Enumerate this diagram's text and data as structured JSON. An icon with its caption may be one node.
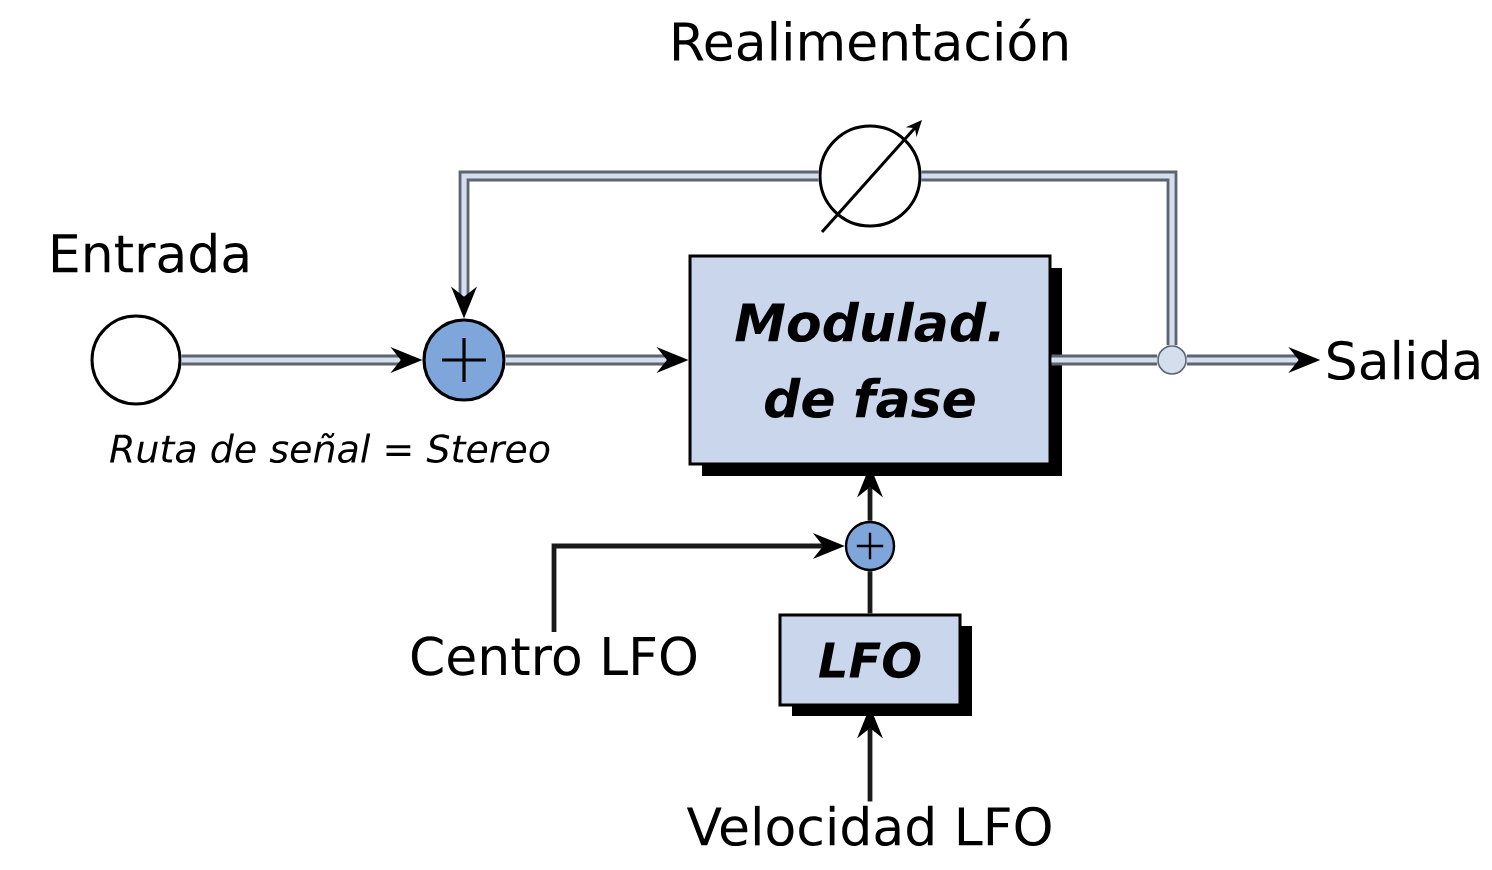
{
  "diagram": {
    "nodes": [
      {
        "text": [
          "Entrada"
        ]
      },
      {
        "text": [],
        "shape": "circle"
      },
      {
        "text": [
          "Modulad. de fase"
        ]
      },
      {
        "text": [],
        "shape": "circle"
      },
      {
        "text": [
          "Salida"
        ]
      },
      {
        "text": [
          "Realimentación"
        ]
      },
      {
        "text": [],
        "shape": "circle"
      },
      {
        "text": [
          "Centro LFO"
        ]
      },
      {
        "text": [
          "LFO"
        ]
      },
      {
        "text": [
          "Velocidad LFO"
        ]
      }
    ],
    "edges": [
      {
        "from": 0,
        "to": 1,
        "arrow": "to"
      },
      {
        "from": 1,
        "to": 2,
        "arrow": "to"
      },
      {
        "from": 2,
        "to": 3,
        "arrow": "none"
      },
      {
        "from": 3,
        "to": 4,
        "arrow": "to"
      },
      {
        "from": 3,
        "to": 5,
        "arrow": "none"
      },
      {
        "from": 5,
        "to": 1,
        "arrow": "to"
      },
      {
        "from": 7,
        "to": 6,
        "arrow": "to",
        "color": "#1a1a1a"
      },
      {
        "from": 8,
        "to": 6,
        "arrow": "none",
        "color": "#1a1a1a"
      },
      {
        "from": 6,
        "to": 2,
        "arrow": "to",
        "color": "#1a1a1a"
      },
      {
        "from": 9,
        "to": 8,
        "arrow": "to",
        "color": "#1a1a1a"
      }
    ],
    "labels": [
      "Ruta de señal = Stereo"
    ]
  }
}
